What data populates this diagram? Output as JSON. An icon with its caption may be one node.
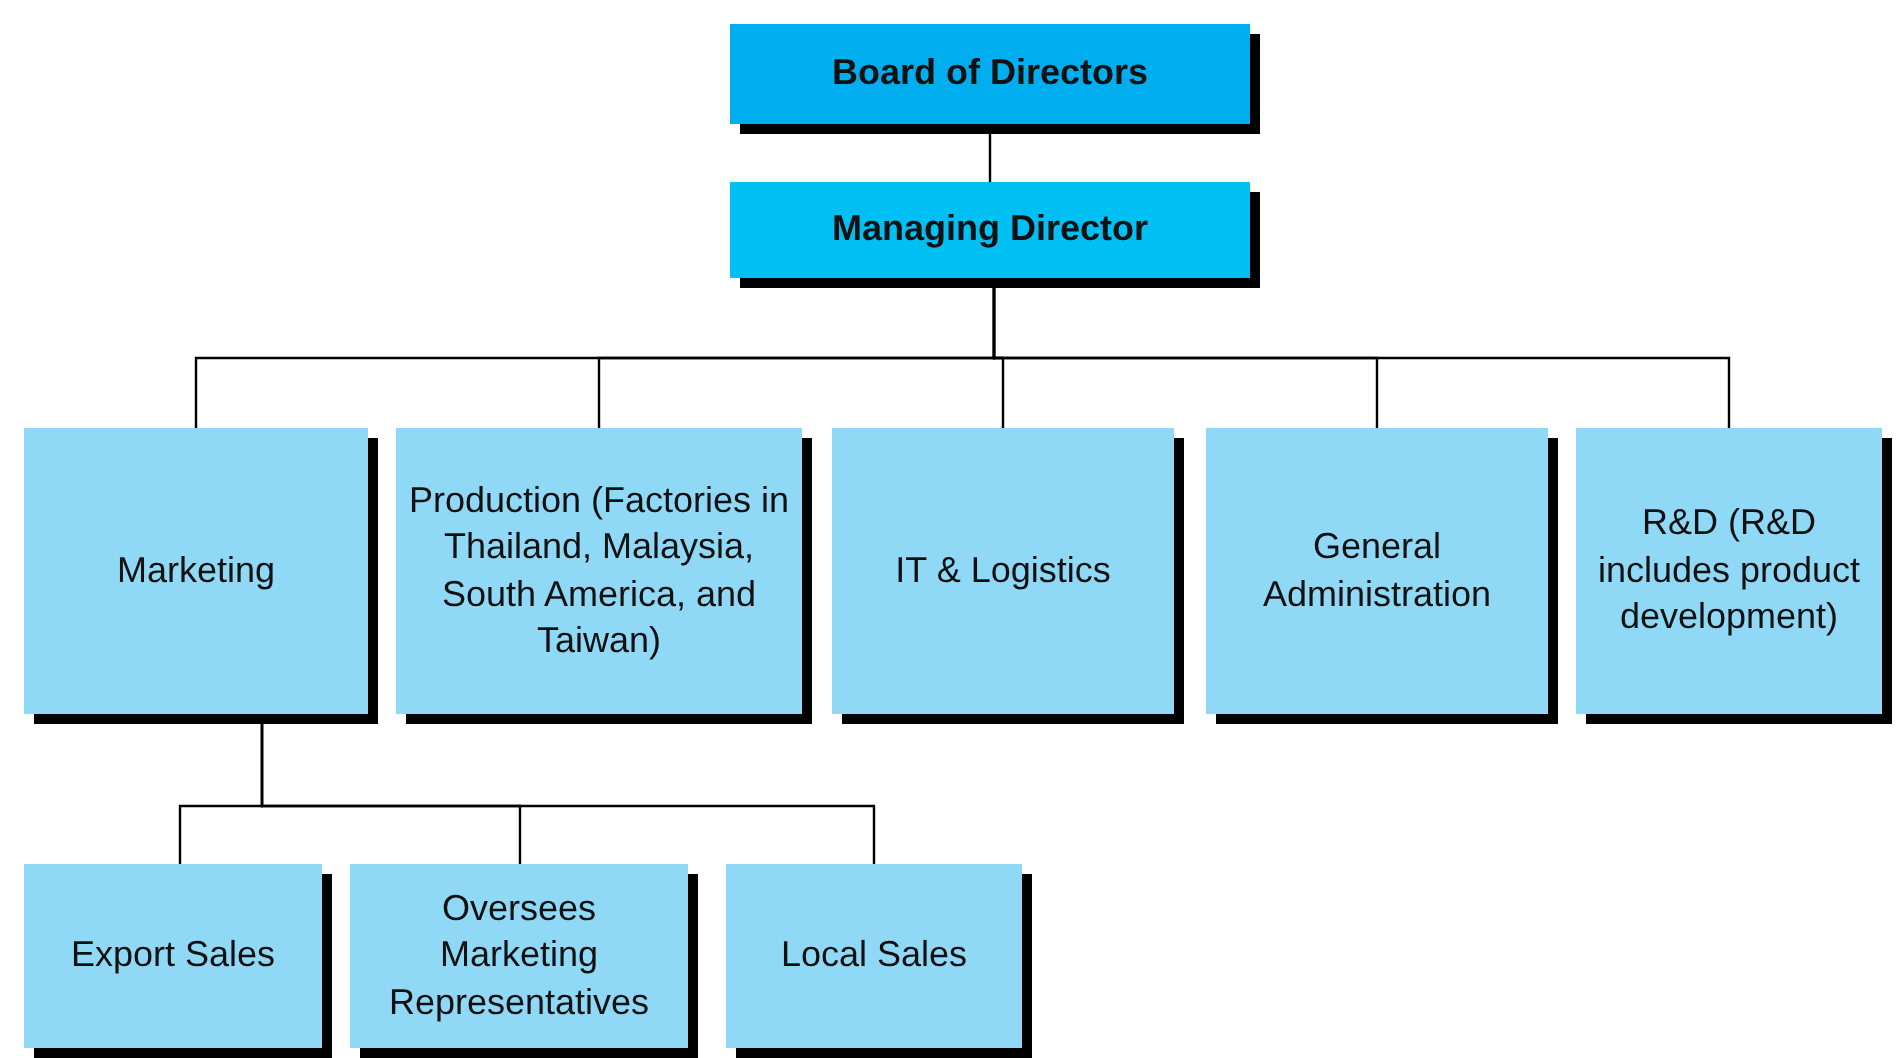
{
  "diagram": {
    "nodes": [
      {
        "text": [
          "Board of Directors"
        ]
      },
      {
        "text": [
          "Managing Director"
        ]
      },
      {
        "text": [
          "Marketing"
        ]
      },
      {
        "text": [
          "Production (Factories in Thailand, Malaysia, South America, and Taiwan)"
        ]
      },
      {
        "text": [
          "IT & Logistics"
        ]
      },
      {
        "text": [
          "General Administration"
        ]
      },
      {
        "text": [
          "R&D (R&D includes product development)"
        ]
      },
      {
        "text": [
          "Export Sales"
        ]
      },
      {
        "text": [
          "Oversees Marketing Representatives"
        ]
      },
      {
        "text": [
          "Local Sales"
        ]
      }
    ],
    "edges": [
      {
        "from": 0,
        "to": 1,
        "arrow": "none"
      },
      {
        "from": 1,
        "to": 2,
        "arrow": "none"
      },
      {
        "from": 1,
        "to": 3,
        "arrow": "none"
      },
      {
        "from": 1,
        "to": 4,
        "arrow": "none"
      },
      {
        "from": 1,
        "to": 5,
        "arrow": "none"
      },
      {
        "from": 1,
        "to": 6,
        "arrow": "none"
      },
      {
        "from": 2,
        "to": 7,
        "arrow": "none"
      },
      {
        "from": 2,
        "to": 8,
        "arrow": "none"
      },
      {
        "from": 2,
        "to": 9,
        "arrow": "none"
      }
    ]
  }
}
